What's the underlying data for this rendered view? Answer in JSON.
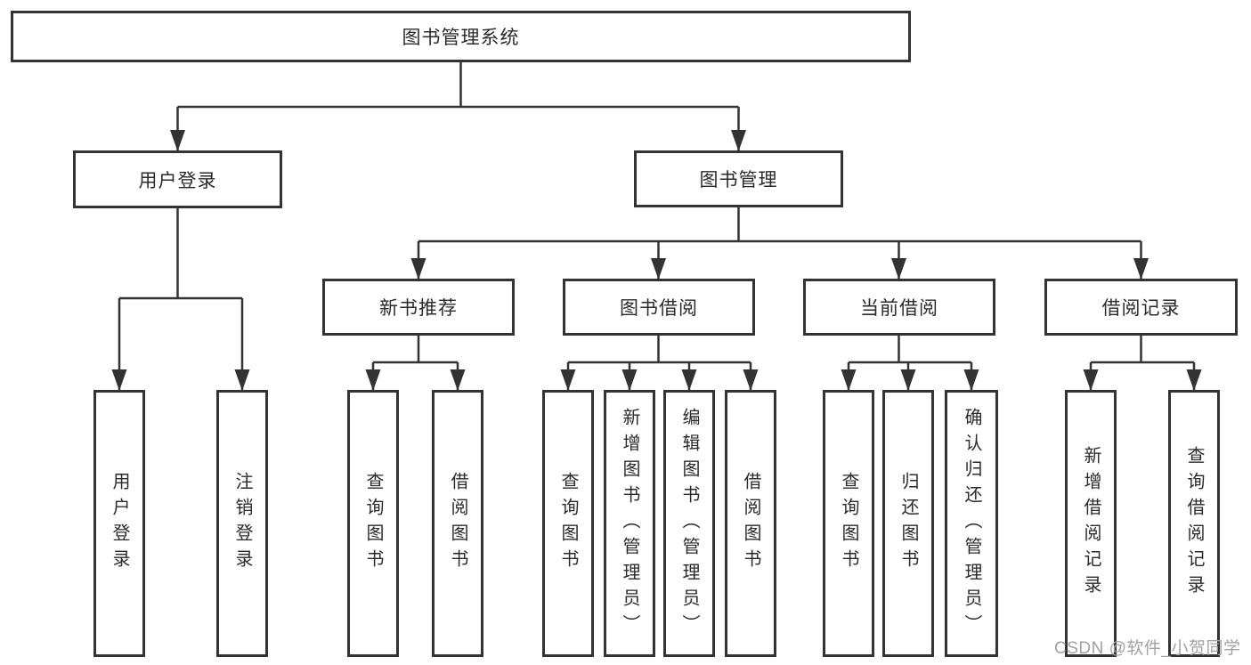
{
  "diagram_title": "图书管理系统",
  "tree": {
    "root": "图书管理系统",
    "user_login": {
      "label": "用户登录",
      "children": [
        "用户登录",
        "注销登录"
      ]
    },
    "book_mgmt": {
      "label": "图书管理"
    },
    "new_books": {
      "label": "新书推荐",
      "children": [
        "查询图书",
        "借阅图书"
      ]
    },
    "borrowing": {
      "label": "图书借阅",
      "children": [
        "查询图书",
        "新增图书（管理员）",
        "编辑图书（管理员）",
        "借阅图书"
      ]
    },
    "current": {
      "label": "当前借阅",
      "children": [
        "查询图书",
        "归还图书",
        "确认归还（管理员）"
      ]
    },
    "records": {
      "label": "借阅记录",
      "children": [
        "新增借阅记录",
        "查询借阅记录"
      ]
    }
  },
  "watermark": "CSDN @软件_小贺同学",
  "colors": {
    "line": "#333333",
    "box_border": "#333333",
    "text": "#2b2b2b",
    "background": "#ffffff",
    "watermark": "#a2a2a2"
  }
}
